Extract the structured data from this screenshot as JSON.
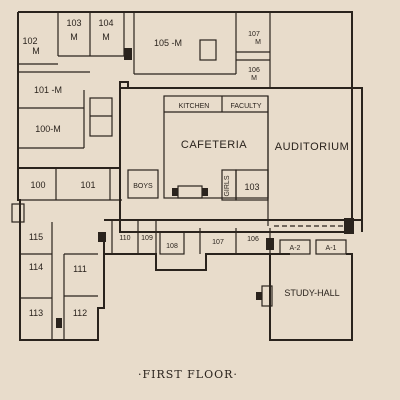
{
  "plan": {
    "title": "·FIRST FLOOR·",
    "rooms": {
      "r102": {
        "num": "102",
        "unit": "M"
      },
      "r103top": {
        "num": "103",
        "unit": "M"
      },
      "r104": {
        "num": "104",
        "unit": "M"
      },
      "r105": "105 -M",
      "r107top": {
        "num": "107",
        "unit": "M"
      },
      "r106top": {
        "num": "106",
        "unit": "M"
      },
      "r101m": "101 -M",
      "r100m": "100-M",
      "kitchen": "KITCHEN",
      "faculty": "FACULTY",
      "cafeteria": "CAFETERIA",
      "auditorium": "AUDITORIUM",
      "boys": "BOYS",
      "girls": "GIRLS",
      "r103": "103",
      "r100": "100",
      "r101": "101",
      "r110": "110",
      "r109": "109",
      "r108": "108",
      "r107": "107",
      "r106": "106",
      "a2": "A-2",
      "a1": "A-1",
      "r115": "115",
      "r114": "114",
      "r111": "111",
      "r113": "113",
      "r112": "112",
      "study_hall": "STUDY-HALL"
    }
  }
}
